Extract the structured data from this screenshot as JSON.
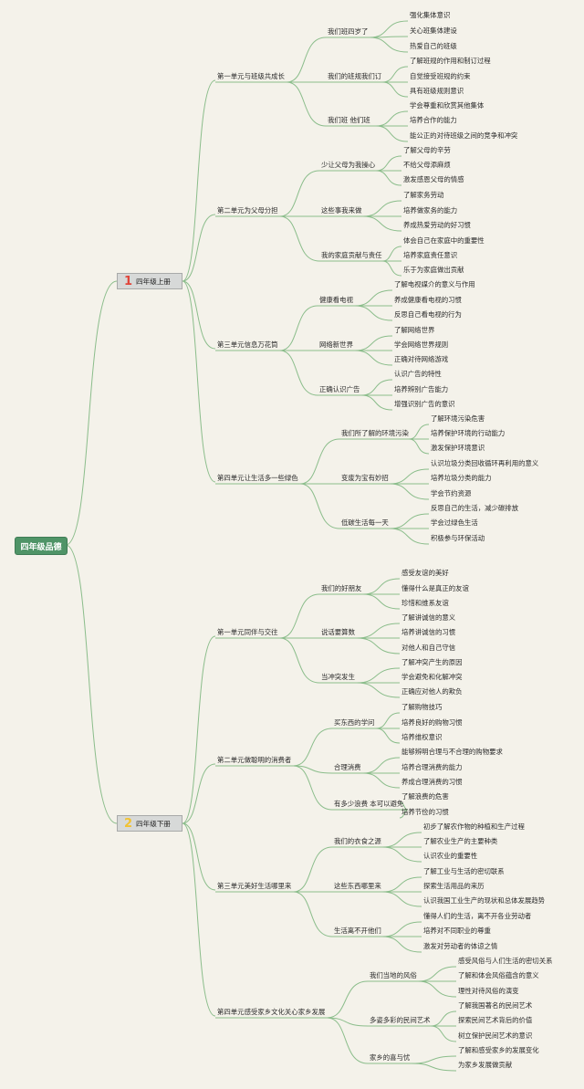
{
  "colors": {
    "background": "#f4f2ea",
    "line": "#8bbd8b",
    "root_fill": "#4f9467",
    "grade_fill": "#d7d9d8",
    "grade1_mark": "#e0453a",
    "grade2_mark": "#f2c230"
  },
  "root": {
    "label": "四年级品德"
  },
  "grades": [
    {
      "label": "四年级上册",
      "mark": "1",
      "units": [
        {
          "label": "第一单元与班级共成长",
          "topics": [
            {
              "label": "我们班四岁了",
              "points": [
                "强化集体意识",
                "关心班集体建设",
                "热爱自己的班级"
              ]
            },
            {
              "label": "我们的班规我们订",
              "points": [
                "了解班规的作用和制订过程",
                "自觉接受班规的约束",
                "具有班级规则意识"
              ]
            },
            {
              "label": "我们班 他们班",
              "points": [
                "学会尊重和欣赏其他集体",
                "培养合作的能力",
                "能公正的对待班级之间的竞争和冲突"
              ]
            }
          ]
        },
        {
          "label": "第二单元为父母分担",
          "topics": [
            {
              "label": "少让父母为我操心",
              "points": [
                "了解父母的辛劳",
                "不给父母添麻烦",
                "激发感恩父母的情感"
              ]
            },
            {
              "label": "这些事我来做",
              "points": [
                "了解家务劳动",
                "培养做家务的能力",
                "养成热爱劳动的好习惯"
              ]
            },
            {
              "label": "我的家庭贡献与责任",
              "points": [
                "体会自己在家庭中的重要性",
                "培养家庭责任意识",
                "乐于为家庭做出贡献"
              ]
            }
          ]
        },
        {
          "label": "第三单元信息万花筒",
          "topics": [
            {
              "label": "健康看电视",
              "points": [
                "了解电视媒介的意义与作用",
                "养成健康看电视的习惯",
                "反思自己看电视的行为"
              ]
            },
            {
              "label": "网络新世界",
              "points": [
                "了解网络世界",
                "学会网络世界规则",
                "正确对待网络游戏"
              ]
            },
            {
              "label": "正确认识广告",
              "points": [
                "认识广告的特性",
                "培养辨别广告能力",
                "增强识别广告的意识"
              ]
            }
          ]
        },
        {
          "label": "第四单元让生活多一些绿色",
          "topics": [
            {
              "label": "我们所了解的环境污染",
              "points": [
                "了解环境污染危害",
                "培养保护环境的行动能力",
                "激发保护环境意识"
              ]
            },
            {
              "label": "变废为宝有妙招",
              "points": [
                "认识垃圾分类回收循环再利用的意义",
                "培养垃圾分类的能力",
                "学会节约资源"
              ]
            },
            {
              "label": "低碳生活每一天",
              "points": [
                "反思自己的生活，减少碳排放",
                "学会过绿色生活",
                "积极参与环保活动"
              ]
            }
          ]
        }
      ]
    },
    {
      "label": "四年级下册",
      "mark": "2",
      "units": [
        {
          "label": "第一单元同伴与交往",
          "topics": [
            {
              "label": "我们的好朋友",
              "points": [
                "感受友谊的美好",
                "懂得什么是真正的友谊",
                "珍惜和维系友谊"
              ]
            },
            {
              "label": "说话要算数",
              "points": [
                "了解讲诚信的意义",
                "培养讲诚信的习惯",
                "对他人和自己守信"
              ]
            },
            {
              "label": "当冲突发生",
              "points": [
                "了解冲突产生的原因",
                "学会避免和化解冲突",
                "正确应对他人的欺负"
              ]
            }
          ]
        },
        {
          "label": "第二单元做聪明的消费者",
          "topics": [
            {
              "label": "买东西的学问",
              "points": [
                "了解购物技巧",
                "培养良好的购物习惯",
                "培养维权意识"
              ]
            },
            {
              "label": "合理消费",
              "points": [
                "能够辨明合理与不合理的购物要求",
                "培养合理消费的能力",
                "养成合理消费的习惯"
              ]
            },
            {
              "label": "有多少浪费 本可以避免",
              "points": [
                "了解浪费的危害",
                "培养节俭的习惯"
              ]
            }
          ]
        },
        {
          "label": "第三单元美好生活哪里来",
          "topics": [
            {
              "label": "我们的衣食之源",
              "points": [
                "初步了解农作物的种植和生产过程",
                "了解农业生产的主要种类",
                "认识农业的重要性"
              ]
            },
            {
              "label": "这些东西哪里来",
              "points": [
                "了解工业与生活的密切联系",
                "探索生活用品的来历",
                "认识我国工业生产的现状和总体发展趋势"
              ]
            },
            {
              "label": "生活离不开他们",
              "points": [
                "懂得人们的生活，离不开各业劳动者",
                "培养对不同职业的尊重",
                "激发对劳动者的体谅之情"
              ]
            }
          ]
        },
        {
          "label": "第四单元感受家乡文化关心家乡发展",
          "topics": [
            {
              "label": "我们当地的风俗",
              "points": [
                "感受风俗与人们生活的密切关系",
                "了解和体会风俗蕴含的意义",
                "理性对待风俗的演变"
              ]
            },
            {
              "label": "多姿多彩的民间艺术",
              "points": [
                "了解我国著名的民间艺术",
                "探索民间艺术背后的价值",
                "树立保护民间艺术的意识"
              ]
            },
            {
              "label": "家乡的喜与忧",
              "points": [
                "了解和感受家乡的发展变化",
                "为家乡发展做贡献"
              ]
            }
          ]
        }
      ]
    }
  ]
}
